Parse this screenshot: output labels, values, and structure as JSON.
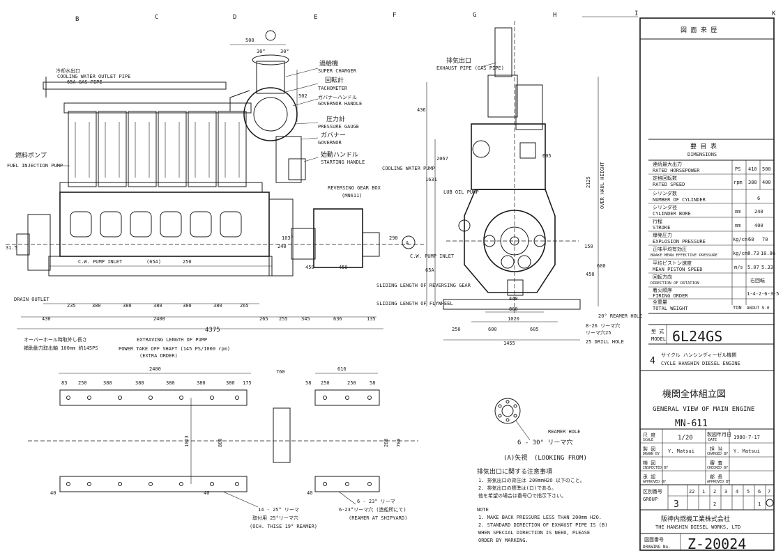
{
  "grid_columns": [
    "B",
    "C",
    "D",
    "E",
    "F",
    "G",
    "H",
    "I",
    "K"
  ],
  "front_view": {
    "labels": {
      "cooling_outlet_jp": "冷却水出口",
      "cooling_outlet_en": "COOLING WATER OUTLET PIPE",
      "cooling_outlet_size": "65A GAS PIPE",
      "super_charger_jp": "過給機",
      "super_charger_en": "SUPER CHARGER",
      "tacho_jp": "回転計",
      "tacho_en": "TACHOMETER",
      "governor_handle_jp": "ガバナーハンドル",
      "governor_handle_en": "GOVERNOR HANDLE",
      "pressure_gauge_jp": "圧力計",
      "pressure_gauge_en": "PRESSURE GAUGE",
      "governor_jp": "ガバナー",
      "governor_en": "GOVERNOR",
      "starting_handle_jp": "始動ハンドル",
      "starting_handle_en": "STARTING HANDLE",
      "fuel_pump_jp": "燃料ポンプ",
      "fuel_pump_en": "FUEL INJECTION PUMP",
      "reversing_gear_en": "REVERSING GEAR BOX",
      "reversing_gear_code": "(MN611)",
      "cw_inlet": "C.W. PUMP INLET",
      "cw_inlet_size": "(65A)",
      "oil_pump_en": "LUB OIL PUMP",
      "cooling_water_pump": "COOLING WATER PUMP",
      "sliding_reversing": "SLIDING LENGTH OF REVERSING GEAR",
      "sliding_flywheel": "SLIDING LENGTH OF FLYWHEEL",
      "drain_outlet": "DRAIN OUTLET",
      "extraction_jp": "オーバーホール時取外し長さ",
      "extraction_en": "EXTRAVING LENGTH OF PUMP",
      "pto_jp": "補助動力取出軸 100mm 約145PS",
      "pto_en": "POWER TAKE OFF SHAFT (145 PS/1000 rpm)",
      "pto_extra": "(EXTRA ORDER)",
      "a_marker": "A"
    },
    "dims_top": [
      "500",
      "30°",
      "30°",
      "502"
    ],
    "dims_left": [
      "31.5",
      "103°",
      "250"
    ],
    "dims_right": [
      "450",
      "240",
      "290",
      "450"
    ],
    "dims_row1": [
      "235",
      "380",
      "380",
      "380",
      "380",
      "380",
      "265"
    ],
    "dims_row2": [
      "430",
      "2400",
      "265",
      "255",
      "345",
      "636",
      "135"
    ],
    "dim_total": "4375"
  },
  "side_view": {
    "exhaust_jp": "排気出口",
    "exhaust_en": "EXHAUST PIPE (GAS PIPE)",
    "dims_left": [
      "436",
      "2067",
      "1631"
    ],
    "dims_right": [
      "2125",
      "605",
      "150",
      "450",
      "600"
    ],
    "overall_label": "OVER HAUL HEIGHT",
    "dims_bottom": [
      "440",
      "800",
      "1020",
      "600",
      "605",
      "250",
      "1455"
    ],
    "reamer_note": "20° REAMER HOLE",
    "reamer_sub": "8-26 リーマ穴",
    "reamer_sub2": "リーマ穴25",
    "drill_note": "25 DRILL HOLE",
    "cw_pump_inlet": "C.W. PUMP INLET",
    "cw_size": "65A"
  },
  "bed_plan": {
    "dim_top": [
      "2400",
      "760",
      "616"
    ],
    "dims_mid": [
      "83",
      "250",
      "380",
      "380",
      "380",
      "380",
      "380",
      "175",
      "58",
      "250",
      "250",
      "58"
    ],
    "dims_vert": [
      "1023",
      "880",
      "280",
      "780",
      "40",
      "40",
      "40"
    ],
    "bolt_note1": "14 - 25° リーマ",
    "bolt_note1_sub": "取付用 25°リーマ穴",
    "bolt_note1_en": "(OCH. THISE 19° REAMER)",
    "bolt_note2": "6 - 23° リーマ",
    "bolt_note2_sub": "6-23°リーマ穴 (造船所にて)",
    "bolt_note2_en": "(REAMER AT SHIPYARD)"
  },
  "view_a": {
    "reamer_hole": "REAMER HOLE",
    "reamer_spec": "6 - 30° リーマ穴",
    "title_jp": "(A)矢視",
    "title_en": "(LOOKING FROM)"
  },
  "notes": {
    "heading_jp": "排気出口に関する注意事項",
    "jp_lines": [
      "1. 排気出口の背圧は 200mmH2O 以下のこと。",
      "2. 排気出口の標準は(ロ)である。",
      "   他を希望の場合は番号〇で指示下さい。"
    ],
    "heading_en": "NOTE",
    "en_lines": [
      "1. MAKE BACK PRESSURE LESS THAN 200mm H2O.",
      "2. STANDARD DIRECTION OF EXHAUST PIPE IS (B)",
      "   WHEN SPECIAL DIRECTION IS NEED, PLEASE",
      "   ORDER BY MARKING."
    ]
  },
  "title_block": {
    "revision_header": "図 面 来 歴",
    "spec_header_jp": "要 目 表",
    "spec_header_en": "DIMENSIONS",
    "specs": [
      {
        "jp": "連続最大出力",
        "en": "RATED HORSEPOWER",
        "unit": "PS",
        "v1": "410",
        "v2": "500"
      },
      {
        "jp": "定格回転数",
        "en": "RATED SPEED",
        "unit": "rpm",
        "v1": "380",
        "v2": "400"
      },
      {
        "jp": "シリンダ数",
        "en": "NUMBER OF CYLINDER",
        "unit": "",
        "v1": "6",
        "v2": ""
      },
      {
        "jp": "シリンダ径",
        "en": "CYLINDER BORE",
        "unit": "mm",
        "v1": "240",
        "v2": ""
      },
      {
        "jp": "行程",
        "en": "STROKE",
        "unit": "mm",
        "v1": "400",
        "v2": ""
      },
      {
        "jp": "爆発圧力",
        "en": "EXPLOSION PRESSURE",
        "unit": "kg/cm²",
        "v1": "68",
        "v2": "70"
      },
      {
        "jp": "正味平均有効圧",
        "en": "BRAKE MEAN EFFECTIVE PRESSURE",
        "unit": "kg/cm²",
        "v1": "8.73",
        "v2": "10.86"
      },
      {
        "jp": "平均ピストン速度",
        "en": "MEAN PISTON SPEED",
        "unit": "m/s",
        "v1": "5.07",
        "v2": "5.33"
      },
      {
        "jp": "回転方向",
        "en": "DIRECTION OF ROTATION",
        "unit": "",
        "v1": "右回転",
        "v2": ""
      },
      {
        "jp": "着火順序",
        "en": "FIRING ORDER",
        "unit": "",
        "v1": "1-4-2-6-3-5",
        "v2": ""
      },
      {
        "jp": "全重量",
        "en": "TOTAL WEIGHT",
        "unit": "TON",
        "v1": "ABOUT 9.0",
        "v2": ""
      }
    ],
    "model_jp": "型 式",
    "model_en": "MODEL",
    "model_value": "6L24GS",
    "engine_type_num": "4",
    "engine_type_jp": "サイクル ハンシンディーゼル機関",
    "engine_type_en": "CYCLE HANSHIN DIESEL ENGINE",
    "drawing_title_jp": "機関全体組立図",
    "drawing_title_en": "GENERAL VIEW OF MAIN ENGINE",
    "drawing_code": "MN-611",
    "scale_jp": "尺 度",
    "scale_en": "SCALE",
    "scale_value": "1/20",
    "date_jp": "製図年月日",
    "date_en": "DATE",
    "date_value": "1980-7-17",
    "drawn_jp": "製 図",
    "drawn_en": "DRAWN BY",
    "drawn_value": "Y. Matsui",
    "checked_jp": "担 当",
    "checked_en": "CHARGED BY",
    "checked_value": "Y. Matsui",
    "inspected_jp": "検 図",
    "inspected_en": "INSPECTED BY",
    "approved_jp": "承 認",
    "approved_en": "APPROVED BY",
    "checked2_jp": "審 査",
    "checked2_en": "CHECKED BY",
    "approved2_jp": "部 長",
    "approved2_en": "APPROVED BY",
    "group_jp": "区別番号",
    "group_en": "GROUP",
    "group_value": "3",
    "group_cols": [
      "22",
      "1",
      "2",
      "3",
      "4",
      "5",
      "6",
      "7"
    ],
    "group_row2": [
      "2",
      "1"
    ],
    "company_jp": "阪神内燃機工業株式会社",
    "company_en": "THE HANSHIN DIESEL WORKS, LTD",
    "drawing_no_jp": "図面番号",
    "drawing_no_en": "DRAWING No.",
    "drawing_no": "Z-20024"
  }
}
